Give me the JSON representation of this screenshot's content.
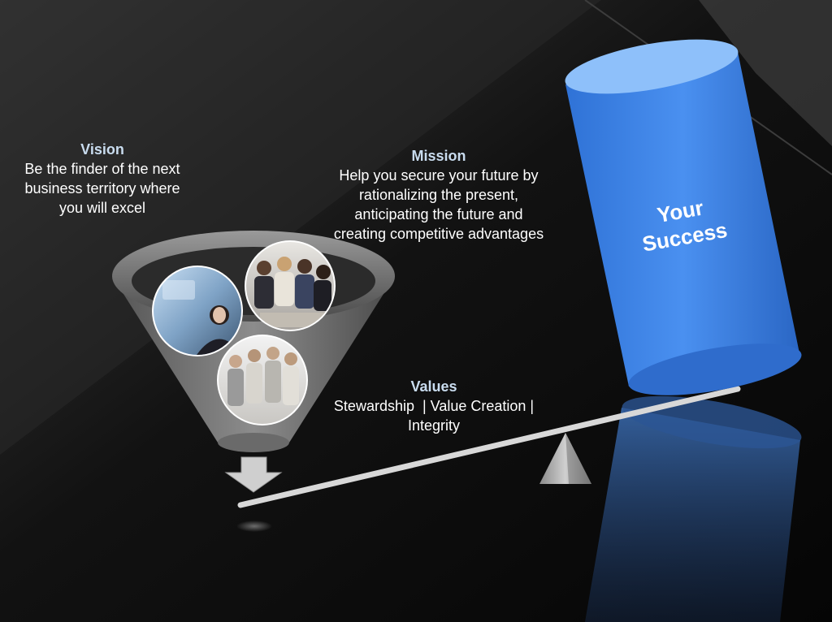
{
  "vision": {
    "heading": "Vision",
    "lines": [
      "Be the finder of the next",
      "business territory where",
      "you will excel"
    ]
  },
  "mission": {
    "heading": "Mission",
    "lines": [
      "Help you secure your future by",
      "rationalizing the present,",
      "anticipating the future and",
      "creating competitive advantages"
    ]
  },
  "values": {
    "heading": "Values",
    "lines": [
      "Stewardship  | Value Creation |",
      "Integrity"
    ]
  },
  "cylinder": {
    "lines": [
      "Your",
      "Success"
    ]
  },
  "colors": {
    "background": "#000000",
    "cylinder": "#3b82e6",
    "heading_text": "#c9dcef"
  },
  "icons": [
    "funnel-icon",
    "down-arrow-icon",
    "fulcrum-icon",
    "seesaw-lever"
  ]
}
